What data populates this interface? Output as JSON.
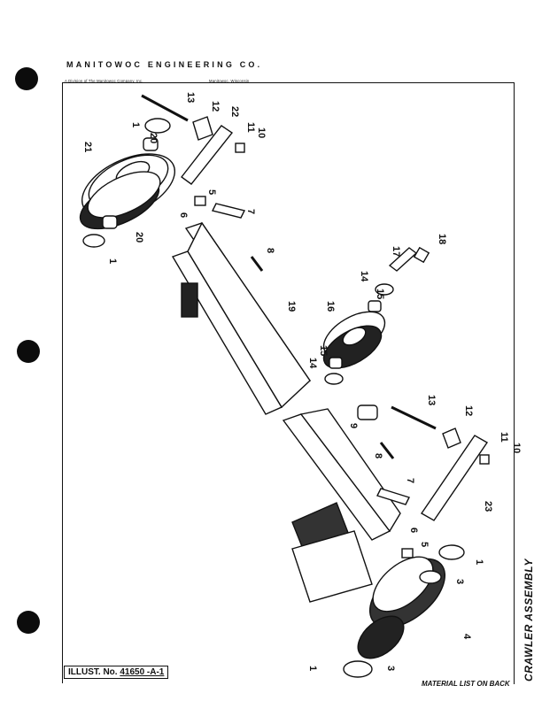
{
  "header": {
    "company": "MANITOWOC ENGINEERING CO.",
    "division": "A Division of The Manitowoc Company, Inc.",
    "location": "Manitowoc, Wisconsin"
  },
  "illustration": {
    "label": "ILLUST. No.",
    "number": "41650 -A-1"
  },
  "footer_note": "MATERIAL LIST ON BACK",
  "side_title": "CRAWLER ASSEMBLY",
  "callouts": [
    "1",
    "1",
    "1",
    "1",
    "3",
    "3",
    "4",
    "5",
    "5",
    "6",
    "6",
    "7",
    "7",
    "8",
    "8",
    "9",
    "10",
    "10",
    "11",
    "11",
    "12",
    "12",
    "13",
    "13",
    "14",
    "14",
    "15",
    "15",
    "16",
    "17",
    "18",
    "19",
    "20",
    "20",
    "21",
    "22",
    "23"
  ]
}
